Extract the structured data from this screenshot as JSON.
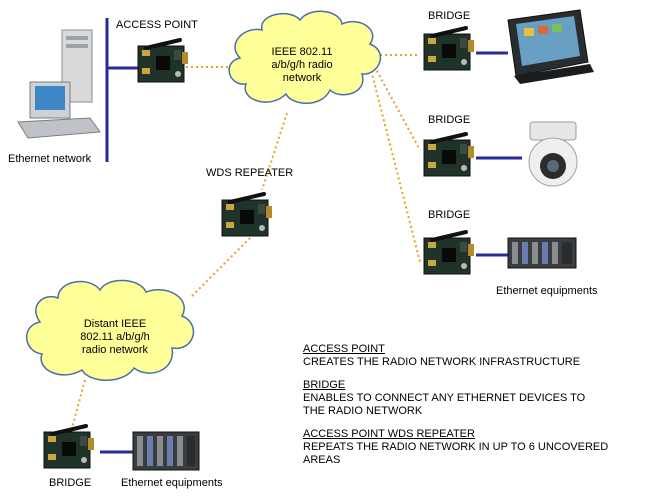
{
  "labels": {
    "access_point": "ACCESS POINT",
    "ethernet_network": "Ethernet network",
    "wds_repeater": "WDS REPEATER",
    "bridge_top": "BRIDGE",
    "bridge_mid": "BRIDGE",
    "bridge_low": "BRIDGE",
    "bridge_bottom": "BRIDGE",
    "ethernet_equipments_right": "Ethernet equipments",
    "ethernet_equipments_bottom": "Ethernet equipments"
  },
  "clouds": {
    "main": {
      "line1": "IEEE 802.11",
      "line2": "a/b/g/h radio",
      "line3": "network"
    },
    "distant": {
      "line1": "Distant IEEE",
      "line2": "802.11 a/b/g/h",
      "line3": "radio network"
    }
  },
  "legend": {
    "ap_title": "ACCESS POINT",
    "ap_desc": "CREATES THE RADIO NETWORK INFRASTRUCTURE",
    "bridge_title": "BRIDGE",
    "bridge_desc_1": "ENABLES TO CONNECT ANY ETHERNET DEVICES TO",
    "bridge_desc_2": "THE RADIO NETWORK",
    "wds_title": "ACCESS POINT WDS REPEATER",
    "wds_desc_1": "REPEATS THE RADIO NETWORK IN UP TO 6 UNCOVERED",
    "wds_desc_2": "AREAS"
  },
  "colors": {
    "cloud_fill": "#ffff99",
    "cloud_stroke": "#4a6fa5",
    "radio_link": "#e8a020",
    "wire": "#2a2a9a",
    "board": "#1c2a22",
    "antenna": "#111111"
  }
}
